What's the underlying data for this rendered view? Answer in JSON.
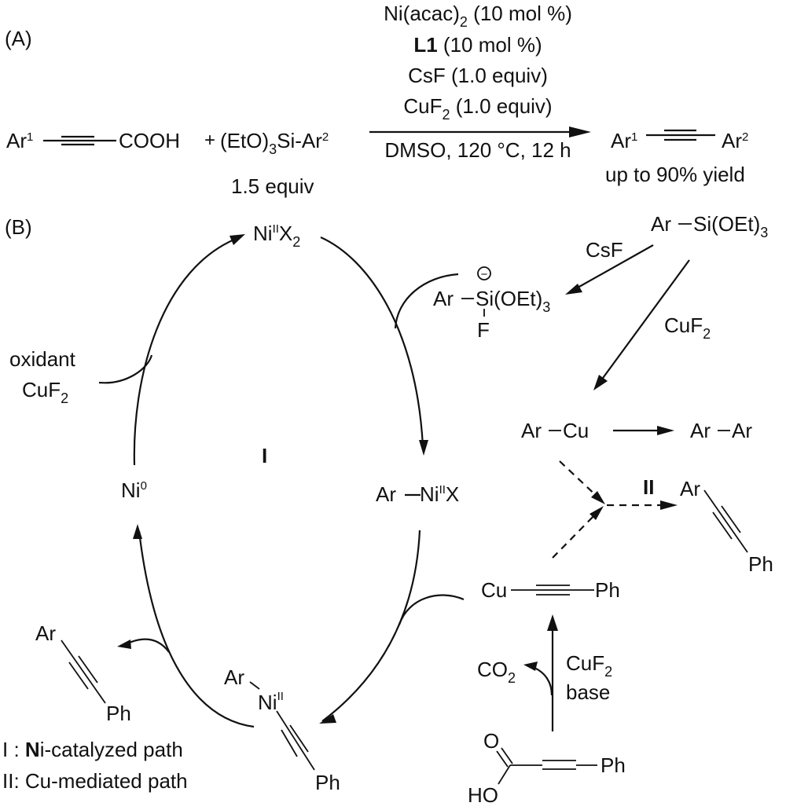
{
  "panel_a": {
    "label": "(A)",
    "reactant1": {
      "ar": "Ar",
      "ar_sup": "1",
      "group": "COOH"
    },
    "plus": "+",
    "reactant2": {
      "prefix": "(EtO)",
      "sub": "3",
      "suffix": "Si-Ar",
      "sup": "2",
      "equiv": "1.5 equiv"
    },
    "conditions_above": [
      {
        "main": "Ni(acac)",
        "sub": "2",
        "rest": " (10 mol %)"
      },
      {
        "bold": "L1",
        "rest": " (10 mol %)"
      },
      {
        "main": "CsF (1.0 equiv)"
      },
      {
        "main": "CuF",
        "sub": "2",
        "rest": " (1.0 equiv)"
      }
    ],
    "conditions_below": "DMSO, 120 °C, 12 h",
    "product": {
      "ar1": "Ar",
      "ar1_sup": "1",
      "ar2": "Ar",
      "ar2_sup": "2",
      "yield": "up to 90% yield"
    }
  },
  "panel_b": {
    "label": "(B)",
    "cycle_label": "I",
    "path2_label": "II",
    "ni2x2": {
      "ni": "Ni",
      "ox": "II",
      "x": "X",
      "sub": "2"
    },
    "ni0": {
      "ni": "Ni",
      "ox": "0"
    },
    "ar_ni2x": {
      "ar": "Ar",
      "ni": "Ni",
      "ox": "II",
      "x": "X"
    },
    "ar_ni_alkyne": {
      "ar": "Ar",
      "ni": "Ni",
      "ox": "II",
      "ph": "Ph"
    },
    "oxidant": {
      "line1": "oxidant",
      "line2_main": "CuF",
      "line2_sub": "2"
    },
    "silicate": {
      "ar": "Ar",
      "si": "Si(OEt)",
      "sub": "3",
      "f": "F",
      "charge": "−"
    },
    "arylsilane": {
      "text": "Ar",
      "si": "Si(OEt)",
      "sub": "3"
    },
    "csf": "CsF",
    "cuf2": {
      "main": "CuF",
      "sub": "2"
    },
    "arcu": {
      "ar": "Ar",
      "cu": "Cu"
    },
    "arar": {
      "ar1": "Ar",
      "ar2": "Ar"
    },
    "product_ni": {
      "ar": "Ar",
      "ph": "Ph"
    },
    "product_cu": {
      "ar": "Ar",
      "ph": "Ph"
    },
    "cu_alkynyl": {
      "cu": "Cu",
      "ph": "Ph"
    },
    "decarbox": {
      "co": "CO",
      "co_sub": "2",
      "reagent_main": "CuF",
      "reagent_sub": "2",
      "base": "base"
    },
    "acid": {
      "o": "O",
      "ho": "HO",
      "ph": "Ph"
    },
    "legend": [
      {
        "mark": "I",
        "sep": " : ",
        "bold_char": "N",
        "text": "i-catalyzed path"
      },
      {
        "mark": "II",
        "sep": ": ",
        "bold_char": "",
        "text": "Cu-mediated path"
      }
    ]
  }
}
